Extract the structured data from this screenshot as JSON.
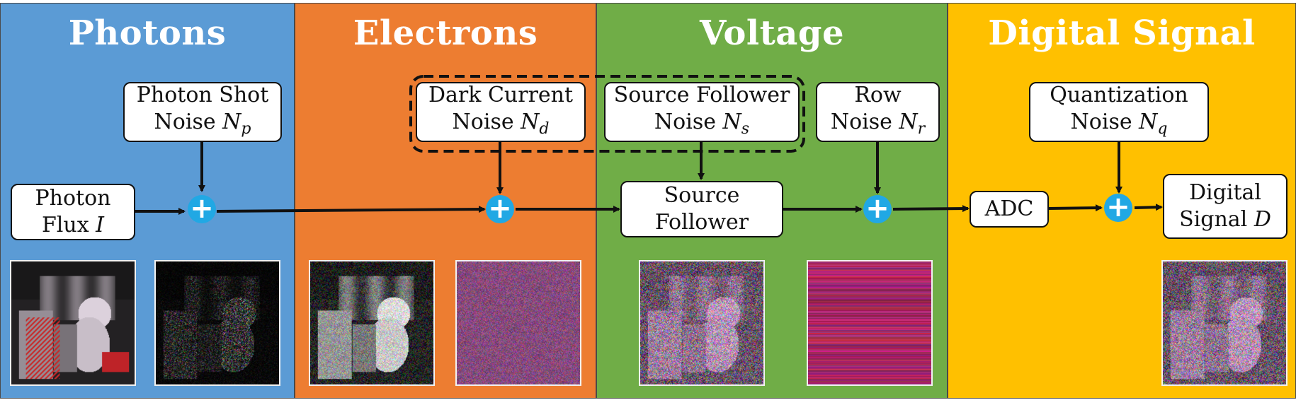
{
  "sections": [
    {
      "title": "Photons",
      "color": "#5b9bd5"
    },
    {
      "title": "Electrons",
      "color": "#ed7d31"
    },
    {
      "title": "Voltage",
      "color": "#70ad47"
    },
    {
      "title": "Digital Signal",
      "color": "#ffc000"
    }
  ],
  "boxes": {
    "photon_shot": {
      "line1": "Photon Shot",
      "line2_text": "Noise ",
      "symbol": "N",
      "sub": "p"
    },
    "photon_flux": {
      "line1": "Photon",
      "line2_text": "Flux ",
      "symbol": "I"
    },
    "dark_current": {
      "line1": "Dark Current",
      "line2_text": "Noise ",
      "symbol": "N",
      "sub": "d"
    },
    "source_follower_noise": {
      "line1": "Source Follower",
      "line2_text": "Noise ",
      "symbol": "N",
      "sub": "s"
    },
    "row_noise": {
      "line1": "Row",
      "line2_text": "Noise ",
      "symbol": "N",
      "sub": "r"
    },
    "source_follower": {
      "line1": "Source",
      "line2": "Follower"
    },
    "adc": {
      "label": "ADC"
    },
    "quantization": {
      "line1": "Quantization",
      "line2_text": "Noise ",
      "symbol": "N",
      "sub": "q"
    },
    "digital_signal": {
      "line1": "Digital",
      "line2_text": "Signal ",
      "symbol": "D"
    }
  },
  "plus_glyph": "+",
  "colors": {
    "plus": "#21a8e4",
    "wire": "#111111"
  },
  "thumbnails": [
    {
      "name": "thumb-clean-image",
      "kind": "clean-scene"
    },
    {
      "name": "thumb-photon-shot-noise",
      "kind": "dark-noise"
    },
    {
      "name": "thumb-noisy-electrons",
      "kind": "noisy-scene"
    },
    {
      "name": "thumb-dark-current-noise",
      "kind": "color-noise"
    },
    {
      "name": "thumb-source-follower-noise",
      "kind": "very-noisy-scene"
    },
    {
      "name": "thumb-row-noise",
      "kind": "row-stripes"
    },
    {
      "name": "thumb-digital-output",
      "kind": "very-noisy-scene"
    }
  ]
}
